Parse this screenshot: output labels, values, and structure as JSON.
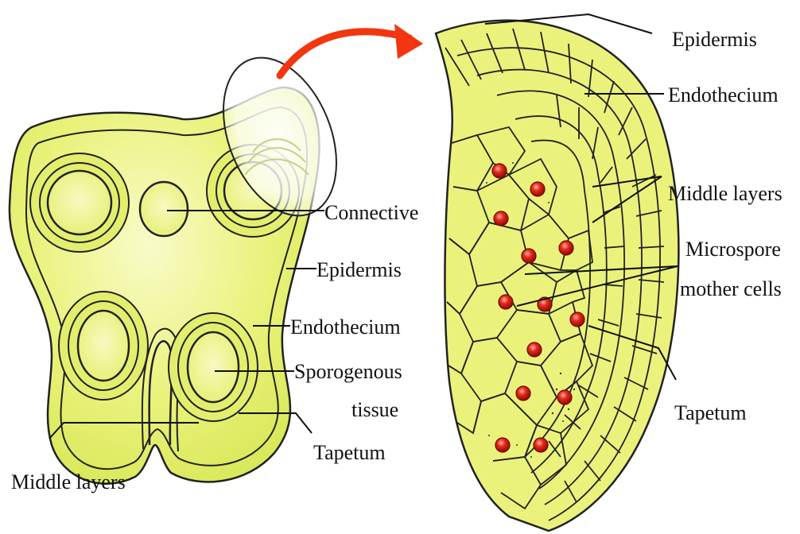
{
  "diagram": {
    "left_labels": {
      "connective": "Connective",
      "epidermis": "Epidermis",
      "endothecium": "Endothecium",
      "sporogenous_1": "Sporogenous",
      "sporogenous_2": "tissue",
      "tapetum": "Tapetum",
      "middle_layers": "Middle layers"
    },
    "right_labels": {
      "epidermis": "Epidermis",
      "endothecium": "Endothecium",
      "middle_layers": "Middle layers",
      "microspore_1": "Microspore",
      "microspore_2": "mother cells",
      "tapetum": "Tapetum"
    }
  },
  "colors": {
    "tissue_fill": "#e9f27a",
    "tissue_light": "#f5f9b8",
    "outline": "#222222",
    "cell_nucleus": "#e01818",
    "arrow": "#f2360f"
  }
}
